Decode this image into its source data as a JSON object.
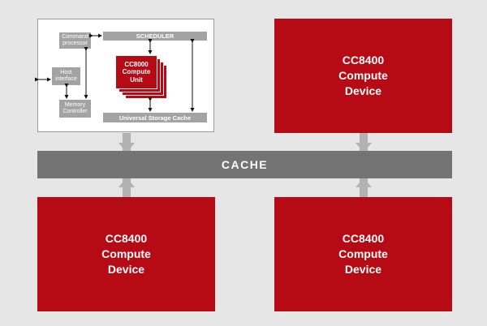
{
  "devices": {
    "top_right": "CC8400\nCompute\nDevice",
    "bottom_left": "CC8400\nCompute\nDevice",
    "bottom_right": "CC8400\nCompute\nDevice"
  },
  "cache_bar": {
    "label": "CACHE"
  },
  "detail": {
    "command_processor": "Command\nprocessor",
    "scheduler": "SCHEDULER",
    "host_interface": "Host\ninterface",
    "memory_controller": "Memory\nController",
    "compute_unit": "CC8000\nCompute\nUnit",
    "storage_cache": "Universal Storage Cache"
  },
  "colors": {
    "device_red": "#b60b15",
    "cache_gray": "#747474",
    "block_gray": "#a3a3a3",
    "connector_gray": "#b2b2b2",
    "background": "#e6e6e6"
  }
}
